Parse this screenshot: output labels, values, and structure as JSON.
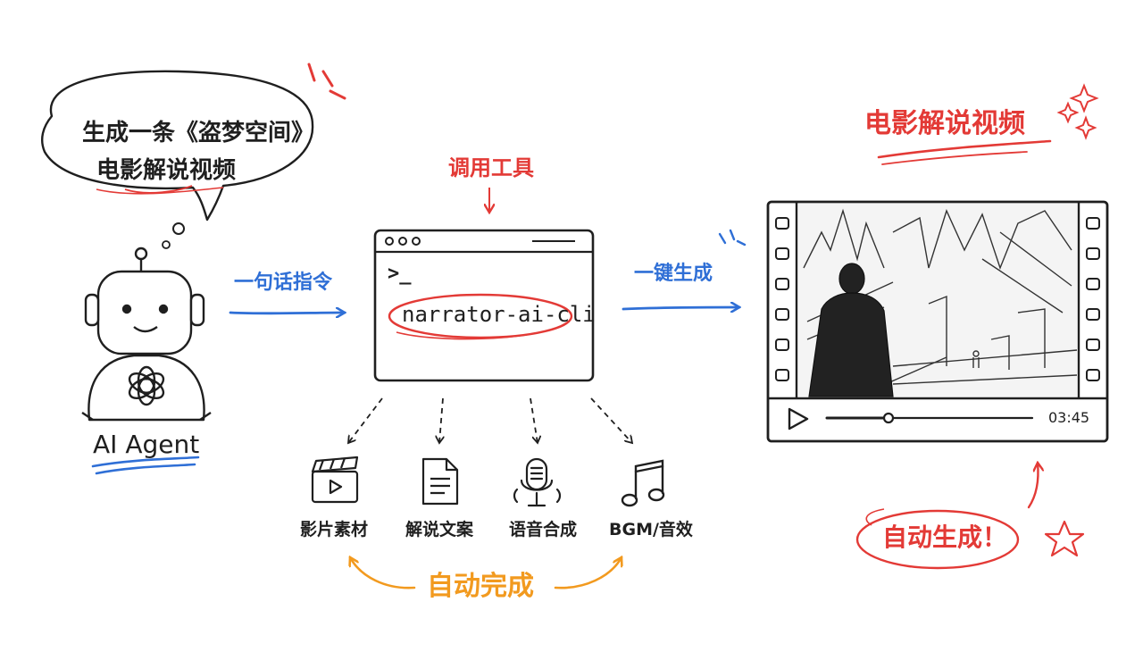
{
  "speech_bubble": {
    "line1": "生成一条《盗梦空间》",
    "line2": "电影解说视频"
  },
  "agent": {
    "label": "AI Agent",
    "logo_icon": "openai-knot-icon"
  },
  "arrow_command": {
    "label": "一句话指令"
  },
  "tool_call": {
    "label": "调用工具"
  },
  "terminal": {
    "prompt": ">_",
    "command": "narrator-ai-cli"
  },
  "arrow_generate": {
    "label": "一键生成"
  },
  "video": {
    "title": "电影解说视频",
    "duration": "03:45",
    "progress": 0.3
  },
  "outputs": [
    {
      "label": "影片素材",
      "icon": "clapperboard-icon"
    },
    {
      "label": "解说文案",
      "icon": "document-icon"
    },
    {
      "label": "语音合成",
      "icon": "microphone-icon"
    },
    {
      "label": "BGM/音效",
      "icon": "music-note-icon"
    }
  ],
  "auto_complete": {
    "label": "自动完成"
  },
  "auto_generate": {
    "label": "自动生成！"
  },
  "colors": {
    "ink": "#1f1f1f",
    "blue": "#2f6fd6",
    "red": "#e33a36",
    "orange": "#f29a1f"
  }
}
